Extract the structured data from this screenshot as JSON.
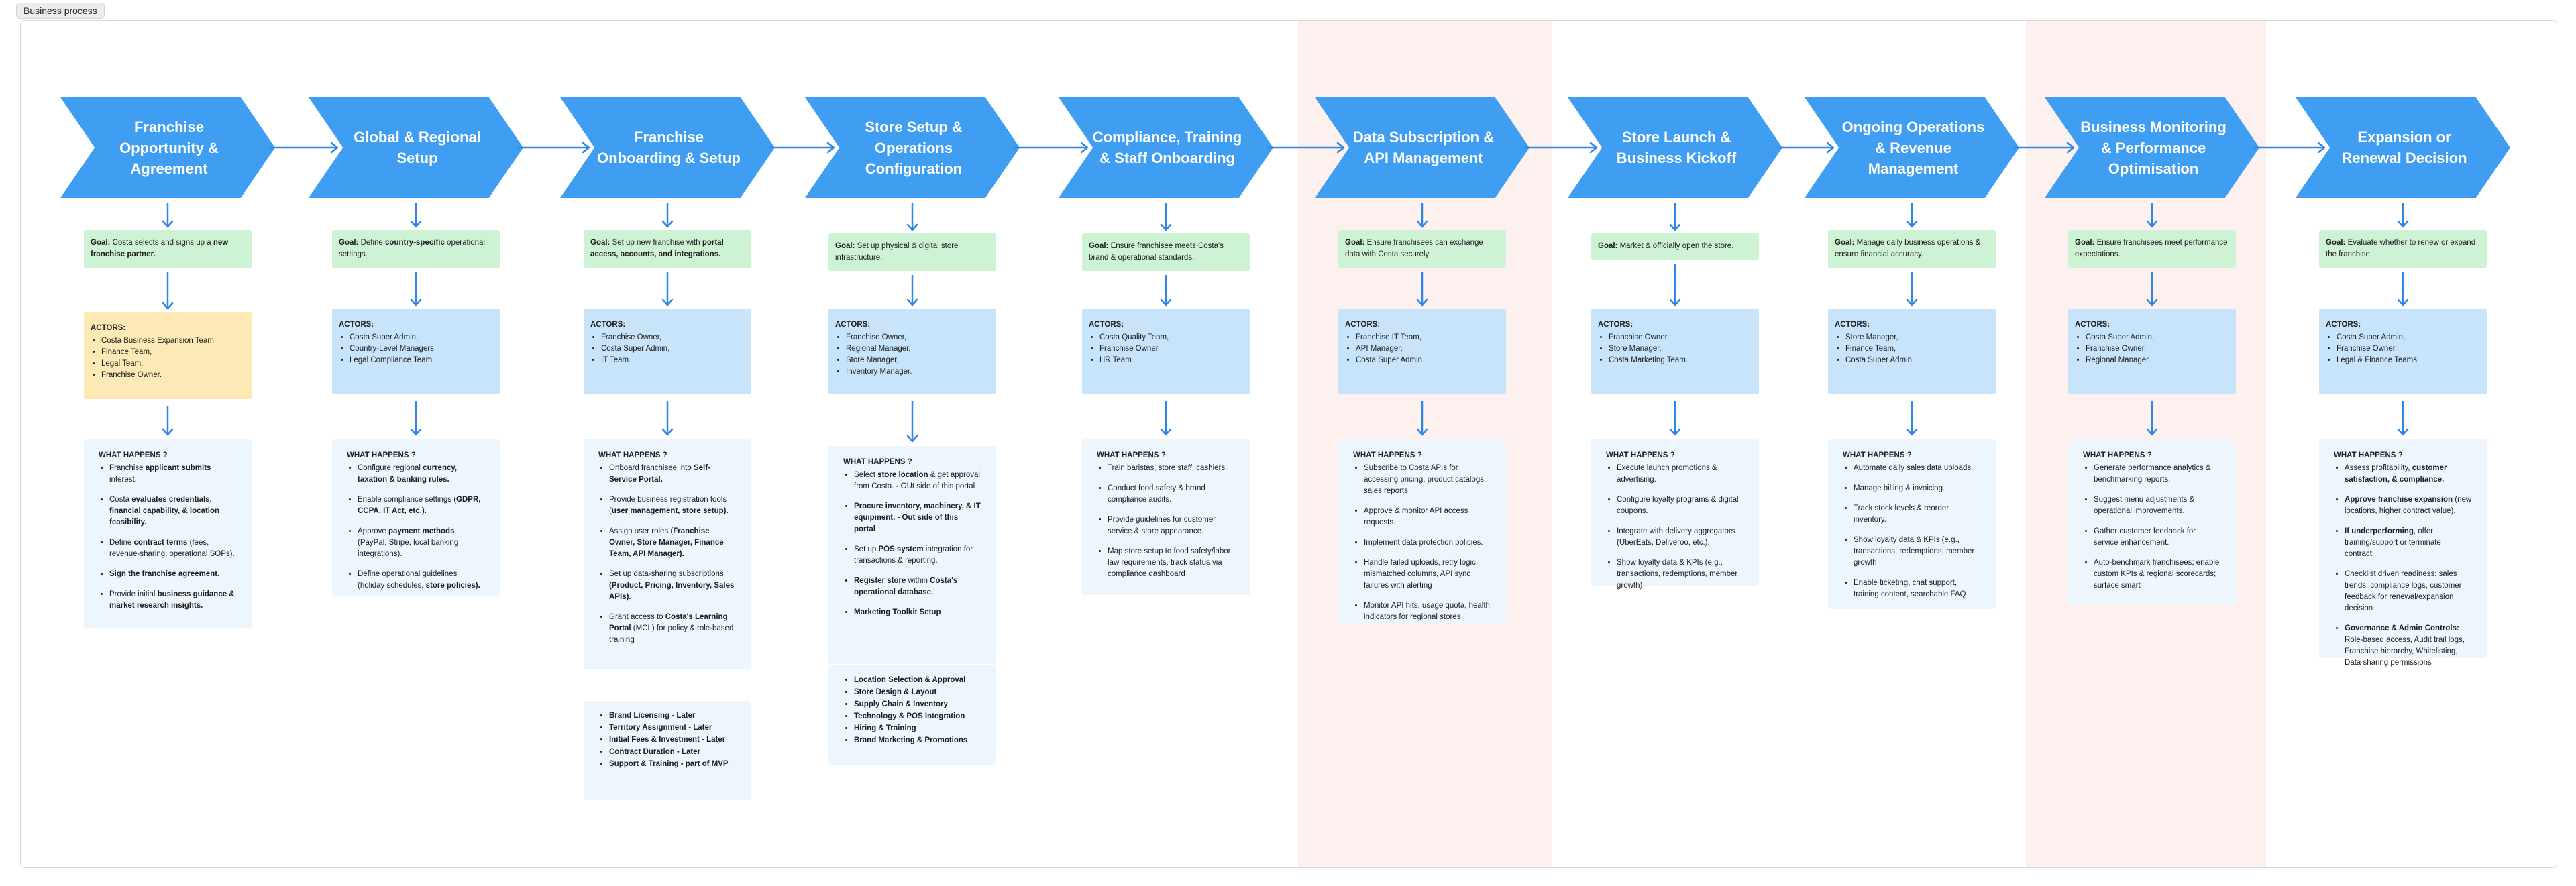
{
  "board": {
    "label": "Business process"
  },
  "stages": [
    {
      "title": "Franchise Opportunity & Agreement",
      "goal": [
        {
          "t": "Goal:",
          "b": true
        },
        {
          "t": " Costa selects and signs up a "
        },
        {
          "t": "new franchise partner.",
          "b": true
        }
      ],
      "actors_heading": "ACTORS:",
      "actors": [
        "Costa Business Expansion Team",
        "Finance Team,",
        "Legal Team,",
        "Franchise Owner."
      ],
      "what_heading": "WHAT HAPPENS ?",
      "what": [
        [
          {
            "t": "Franchise "
          },
          {
            "t": "applicant submits",
            "b": true
          },
          {
            "t": " interest."
          }
        ],
        [
          {
            "t": "Costa "
          },
          {
            "t": "evaluates credentials, financial capability, & location feasibility.",
            "b": true
          }
        ],
        [
          {
            "t": "Define "
          },
          {
            "t": "contract terms",
            "b": true
          },
          {
            "t": " (fees, revenue-sharing, operational SOPs)."
          }
        ],
        [
          {
            "t": "Sign the franchise agreement.",
            "b": true
          }
        ],
        [
          {
            "t": "Provide initial "
          },
          {
            "t": "business guidance & market research insights.",
            "b": true
          }
        ]
      ]
    },
    {
      "title": "Global & Regional Setup",
      "goal": [
        {
          "t": "Goal:",
          "b": true
        },
        {
          "t": " Define "
        },
        {
          "t": "country-specific",
          "b": true
        },
        {
          "t": " operational settings."
        }
      ],
      "actors_heading": "ACTORS:",
      "actors": [
        "Costa Super Admin,",
        "Country-Level Managers,",
        "Legal Compliance Team."
      ],
      "what_heading": "WHAT HAPPENS ?",
      "what": [
        [
          {
            "t": "Configure regional "
          },
          {
            "t": "currency, taxation & banking rules.",
            "b": true
          }
        ],
        [
          {
            "t": "Enable compliance settings ("
          },
          {
            "t": "GDPR, CCPA, IT Act, etc.).",
            "b": true
          }
        ],
        [
          {
            "t": "Approve "
          },
          {
            "t": "payment methods",
            "b": true
          },
          {
            "t": " (PayPal, Stripe, local banking integrations)."
          }
        ],
        [
          {
            "t": "Define operational guidelines (holiday schedules, "
          },
          {
            "t": "store policies).",
            "b": true
          }
        ]
      ]
    },
    {
      "title": "Franchise Onboarding & Setup",
      "goal": [
        {
          "t": "Goal:",
          "b": true
        },
        {
          "t": " Set up new franchise with "
        },
        {
          "t": "portal access, accounts, and integrations.",
          "b": true
        }
      ],
      "actors_heading": "ACTORS:",
      "actors": [
        "Franchise Owner,",
        "Costa Super Admin,",
        "IT Team."
      ],
      "what_heading": "WHAT HAPPENS ?",
      "what": [
        [
          {
            "t": "Onboard franchisee into "
          },
          {
            "t": "Self-Service Portal.",
            "b": true
          }
        ],
        [
          {
            "t": "Provide business registration tools ("
          },
          {
            "t": "user management, store setup).",
            "b": true
          }
        ],
        [
          {
            "t": "Assign user roles ("
          },
          {
            "t": "Franchise Owner, Store Manager, Finance Team, API Manager).",
            "b": true
          }
        ],
        [
          {
            "t": "Set up data-sharing subscriptions "
          },
          {
            "t": "(Product, Pricing, Inventory, Sales APIs).",
            "b": true
          }
        ],
        [
          {
            "t": "Grant access to "
          },
          {
            "t": "Costa's Learning Portal",
            "b": true
          },
          {
            "t": " (MCL) for policy & role-based training"
          }
        ]
      ],
      "extra": [
        "Brand Licensing - Later",
        "Territory Assignment - Later",
        "Initial Fees & Investment - Later",
        "Contract Duration - Later",
        "Support & Training - part of MVP"
      ]
    },
    {
      "title": "Store Setup & Operations Configuration",
      "goal": [
        {
          "t": "Goal:",
          "b": true
        },
        {
          "t": " Set up physical & digital store infrastructure."
        }
      ],
      "actors_heading": "ACTORS:",
      "actors": [
        "Franchise Owner,",
        "Regional Manager,",
        "Store Manager,",
        "Inventory Manager."
      ],
      "what_heading": "WHAT HAPPENS ?",
      "what": [
        [
          {
            "t": "Select "
          },
          {
            "t": "store location",
            "b": true
          },
          {
            "t": " & get approval from Costa. - OUt side of this portal"
          }
        ],
        [
          {
            "t": "Procure inventory, machinery, & IT equipment. - Out side of this portal",
            "b": true
          }
        ],
        [
          {
            "t": "Set up "
          },
          {
            "t": "POS system",
            "b": true
          },
          {
            "t": " integration for transactions & reporting."
          }
        ],
        [
          {
            "t": "Register store",
            "b": true
          },
          {
            "t": " within "
          },
          {
            "t": "Costa's operational database.",
            "b": true
          }
        ],
        [
          {
            "t": "Marketing Toolkit Setup",
            "b": true
          }
        ]
      ],
      "extra": [
        "Location Selection & Approval",
        "Store Design & Layout",
        "Supply Chain & Inventory",
        "Technology & POS Integration",
        "Hiring & Training",
        "Brand Marketing & Promotions"
      ]
    },
    {
      "title": "Compliance, Training & Staff Onboarding",
      "goal": [
        {
          "t": "Goal:",
          "b": true
        },
        {
          "t": " Ensure franchisee meets Costa's brand & operational standards."
        }
      ],
      "actors_heading": "ACTORS:",
      "actors": [
        "Costa Quality Team,",
        "Franchise Owner,",
        "HR Team"
      ],
      "what_heading": "WHAT HAPPENS ?",
      "what": [
        [
          {
            "t": "Train baristas, store staff, cashiers."
          }
        ],
        [
          {
            "t": "Conduct food safety & brand compliance audits."
          }
        ],
        [
          {
            "t": "Provide guidelines for customer service & store appearance."
          }
        ],
        [
          {
            "t": "Map store setup to food safety/labor law requirements, track status via compliance dashboard"
          }
        ]
      ]
    },
    {
      "title": "Data Subscription & API Management",
      "goal": [
        {
          "t": "Goal:",
          "b": true
        },
        {
          "t": " Ensure franchisees can exchange data with Costa securely."
        }
      ],
      "actors_heading": "ACTORS:",
      "actors": [
        "Franchise IT Team,",
        "API Manager,",
        "Costa Super Admin"
      ],
      "what_heading": "WHAT HAPPENS ?",
      "what": [
        [
          {
            "t": "Subscribe to Costa APIs for accessing pricing, product catalogs, sales reports."
          }
        ],
        [
          {
            "t": "Approve & monitor API access requests."
          }
        ],
        [
          {
            "t": "Implement data protection policies."
          }
        ],
        [
          {
            "t": "Handle failed uploads, retry logic, mismatched columns, API sync failures with alerting"
          }
        ],
        [
          {
            "t": "Monitor API hits, usage quota, health indicators for regional stores"
          }
        ]
      ]
    },
    {
      "title": "Store Launch & Business Kickoff",
      "goal": [
        {
          "t": "Goal:",
          "b": true
        },
        {
          "t": " Market & officially open the store."
        }
      ],
      "actors_heading": "ACTORS:",
      "actors": [
        "Franchise Owner,",
        "Store Manager,",
        "Costa Marketing Team."
      ],
      "what_heading": "WHAT HAPPENS ?",
      "what": [
        [
          {
            "t": "Execute launch promotions & advertising."
          }
        ],
        [
          {
            "t": "Configure loyalty programs & digital coupons."
          }
        ],
        [
          {
            "t": "Integrate with delivery aggregators (UberEats, Deliveroo, etc.)."
          }
        ],
        [
          {
            "t": "Show loyalty data & KPIs (e.g., transactions, redemptions, member growth)"
          }
        ]
      ]
    },
    {
      "title": "Ongoing Operations & Revenue Management",
      "goal": [
        {
          "t": "Goal:",
          "b": true
        },
        {
          "t": "  Manage daily business operations & ensure financial accuracy."
        }
      ],
      "actors_heading": "ACTORS:",
      "actors": [
        "Store Manager,",
        "Finance Team,",
        "Costa Super Admin."
      ],
      "what_heading": "WHAT HAPPENS ?",
      "what": [
        [
          {
            "t": "Automate daily sales data uploads."
          }
        ],
        [
          {
            "t": "Manage billing & invoicing."
          }
        ],
        [
          {
            "t": "Track stock levels & reorder inventory."
          }
        ],
        [
          {
            "t": "Show loyalty data & KPIs (e.g., transactions, redemptions, member growth"
          }
        ],
        [
          {
            "t": "Enable ticketing, chat support, training content, searchable FAQ"
          }
        ]
      ]
    },
    {
      "title": "Business Monitoring & Performance Optimisation",
      "goal": [
        {
          "t": "Goal:",
          "b": true
        },
        {
          "t": "  Ensure franchisees meet performance expectations."
        }
      ],
      "actors_heading": "ACTORS:",
      "actors": [
        "Costa Super Admin,",
        "Franchise Owner,",
        "Regional Manager."
      ],
      "what_heading": "WHAT HAPPENS ?",
      "what": [
        [
          {
            "t": "Generate performance analytics & benchmarking reports."
          }
        ],
        [
          {
            "t": "Suggest menu adjustments & operational improvements."
          }
        ],
        [
          {
            "t": "Gather customer feedback for service enhancement."
          }
        ],
        [
          {
            "t": "Auto-benchmark franchisees; enable custom KPIs & regional scorecards; surface smart"
          }
        ]
      ]
    },
    {
      "title": "Expansion or Renewal Decision",
      "goal": [
        {
          "t": "Goal:",
          "b": true
        },
        {
          "t": "  Evaluate whether to renew or expand the franchise."
        }
      ],
      "actors_heading": "ACTORS:",
      "actors": [
        "Costa Super Admin,",
        "Franchise Owner,",
        "Legal & Finance Teams."
      ],
      "what_heading": "WHAT HAPPENS ?",
      "what": [
        [
          {
            "t": "Assess profitability, "
          },
          {
            "t": "customer satisfaction, & compliance.",
            "b": true
          }
        ],
        [
          {
            "t": "Approve franchise expansion",
            "b": true
          },
          {
            "t": " (new locations, higher contract value)."
          }
        ],
        [
          {
            "t": "If underperforming",
            "b": true
          },
          {
            "t": ", offer training/support or terminate contract."
          }
        ],
        [
          {
            "t": "Checklist driven readiness: sales trends, compliance logs, customer feedback for renewal/expansion decision"
          }
        ],
        [
          {
            "t": "Governance & Admin Controls:",
            "b": true
          },
          {
            "t": " Role-based access, Audit trail logs, Franchise hierarchy, Whitelisting, Data sharing permissions"
          }
        ]
      ]
    }
  ],
  "colors": {
    "chevron": "#3f9ef2",
    "goal": "#cdf2d4",
    "actors": "#c7e4fb",
    "actors_highlight": "#fde9b6",
    "what": "#eef6fd",
    "highlight_band": "#fdf1ef",
    "arrow": "#2f86e6"
  }
}
